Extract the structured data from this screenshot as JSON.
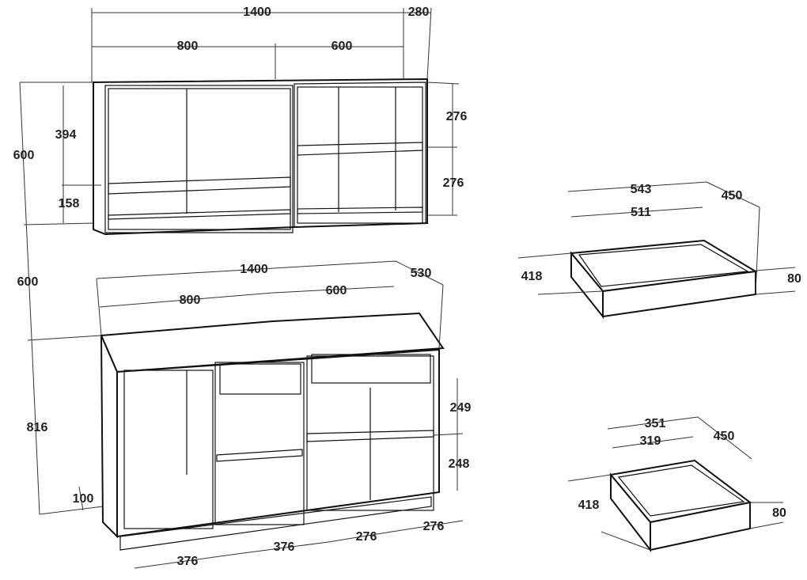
{
  "upper_cabinet": {
    "total_width": "1400",
    "depth": "280",
    "left_width": "800",
    "right_width": "600",
    "height": "600",
    "left_upper_space": "394",
    "left_lower_space": "158",
    "right_upper_space": "276",
    "right_lower_space": "276"
  },
  "gap_height": "600",
  "lower_cabinet": {
    "total_width": "1400",
    "depth": "530",
    "left_width": "800",
    "right_width": "600",
    "height": "816",
    "plinth": "100",
    "right_upper_space": "249",
    "right_lower_space": "248",
    "bottom_widths": [
      "376",
      "376",
      "276",
      "276"
    ]
  },
  "drawer_large": {
    "outer_width": "543",
    "inner_width": "511",
    "depth": "450",
    "side_length": "418",
    "height": "80"
  },
  "drawer_small": {
    "outer_width": "351",
    "inner_width": "319",
    "depth": "450",
    "side_length": "418",
    "height": "80"
  }
}
